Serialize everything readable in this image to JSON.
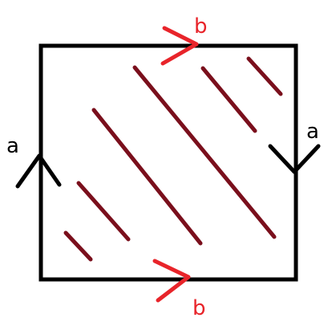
{
  "labels": {
    "top_edge": "b",
    "bottom_edge": "b",
    "left_edge": "a",
    "right_edge": "a"
  },
  "colors": {
    "outline": "#000000",
    "edge_b": "#e8242a",
    "hatching": "#7a0f1c",
    "label_a": "#000000",
    "label_b": "#e8242a"
  }
}
